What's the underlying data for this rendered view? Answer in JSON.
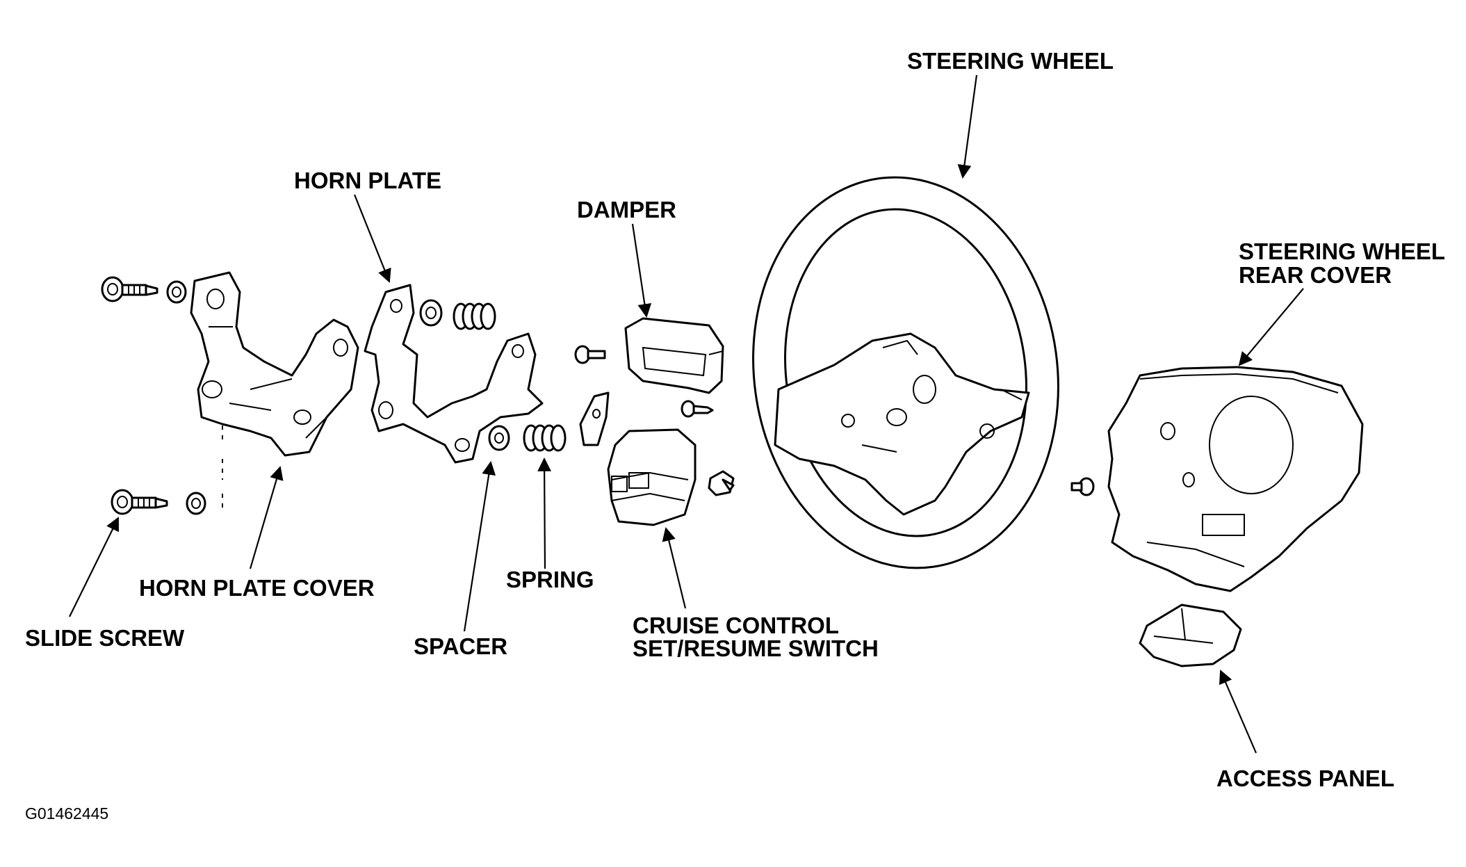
{
  "labels": {
    "steering_wheel": "STEERING WHEEL",
    "horn_plate": "HORN PLATE",
    "damper": "DAMPER",
    "rear_cover_line1": "STEERING WHEEL",
    "rear_cover_line2": "REAR COVER",
    "horn_plate_cover": "HORN PLATE COVER",
    "slide_screw": "SLIDE SCREW",
    "spring": "SPRING",
    "spacer": "SPACER",
    "cruise_line1": "CRUISE CONTROL",
    "cruise_line2": "SET/RESUME SWITCH",
    "access_panel": "ACCESS PANEL"
  },
  "figure_id": "G01462445",
  "colors": {
    "ink": "#000000",
    "paper": "#ffffff"
  }
}
